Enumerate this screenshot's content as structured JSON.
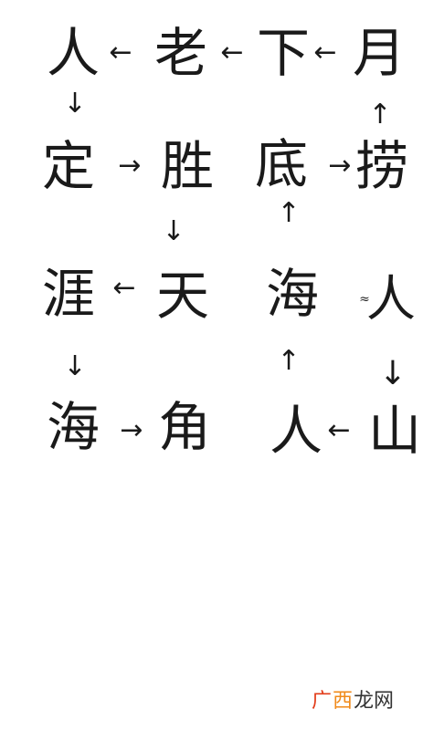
{
  "grid": {
    "r1": [
      "人",
      "老",
      "下",
      "月"
    ],
    "r2": [
      "定",
      "胜",
      "底",
      "捞"
    ],
    "r3": [
      "涯",
      "天",
      "海",
      "人"
    ],
    "r3_prefix": "≈",
    "r4": [
      "海",
      "角",
      "人",
      "山"
    ]
  },
  "arrows": {
    "left": "←",
    "right": "→",
    "up": "↑",
    "down": "↓"
  },
  "watermark": {
    "part1": "广",
    "part2": "西",
    "part3": "龙网"
  }
}
